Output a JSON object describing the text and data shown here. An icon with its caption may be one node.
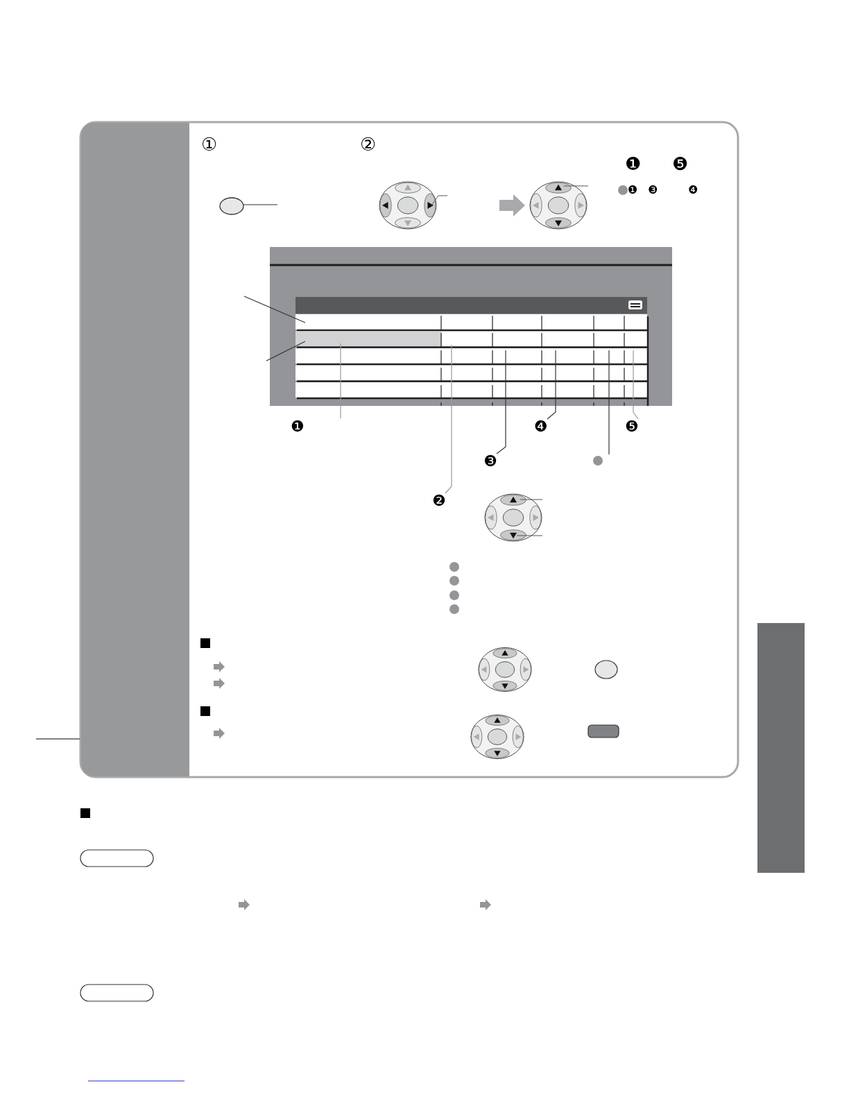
{
  "diagram": {
    "nodes": [
      {
        "text": [],
        "shape": "box"
      },
      {
        "text": [
          "❹"
        ]
      },
      {
        "text": [
          "❺"
        ]
      },
      {
        "text": [
          "❸"
        ]
      },
      {
        "text": [
          "❷"
        ]
      },
      {
        "text": [],
        "shape": "box"
      },
      {
        "text": [],
        "shape": "box"
      },
      {
        "text": [],
        "shape": "box"
      }
    ],
    "edges": [
      {
        "from": 4,
        "to": null,
        "arrow": "none"
      },
      {
        "from": 3,
        "to": null,
        "arrow": "none",
        "color": "#333333"
      },
      {
        "from": 1,
        "to": null,
        "arrow": "none",
        "color": "#333333"
      },
      {
        "from": 2,
        "to": null,
        "arrow": "none"
      }
    ],
    "labels": [
      "①",
      "②",
      "❶",
      "❺",
      "❶",
      "❸",
      "❹",
      "❶"
    ]
  }
}
